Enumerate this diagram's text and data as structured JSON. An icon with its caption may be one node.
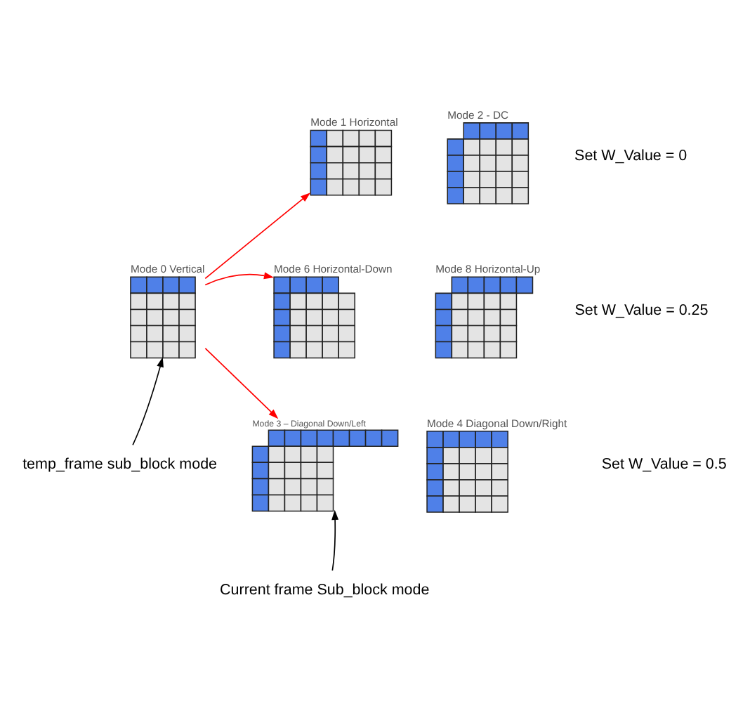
{
  "diagram": {
    "nodes": [
      {
        "text": [
          "Mode 0 Vertical"
        ]
      },
      {
        "text": [
          "Mode 1 Horizontal"
        ]
      },
      {
        "text": [
          "Mode 2 - DC"
        ]
      },
      {
        "text": [
          "Mode 6 Horizontal-Down"
        ]
      },
      {
        "text": [
          "Mode 8 Horizontal-Up"
        ]
      },
      {
        "text": [
          "Mode 3 – Diagonal Down/Left"
        ]
      },
      {
        "text": [
          "Mode 4 Diagonal Down/Right"
        ]
      },
      {
        "text": [
          "temp_frame sub_block mode"
        ]
      },
      {
        "text": [
          "Current frame Sub_block mode"
        ]
      }
    ],
    "edges": [
      {
        "from": 0,
        "to": 1,
        "arrow": "to",
        "color": "#ff0000"
      },
      {
        "from": 0,
        "to": 3,
        "arrow": "to",
        "color": "#ff0000"
      },
      {
        "from": 0,
        "to": 5,
        "arrow": "to",
        "color": "#ff0000"
      },
      {
        "from": 7,
        "to": 0,
        "arrow": "to",
        "color": "#000000"
      },
      {
        "from": 8,
        "to": 5,
        "arrow": "to",
        "color": "#000000"
      }
    ],
    "labels": [
      "Set W_Value = 0",
      "Set W_Value = 0.25",
      "Set W_Value = 0.5"
    ]
  }
}
